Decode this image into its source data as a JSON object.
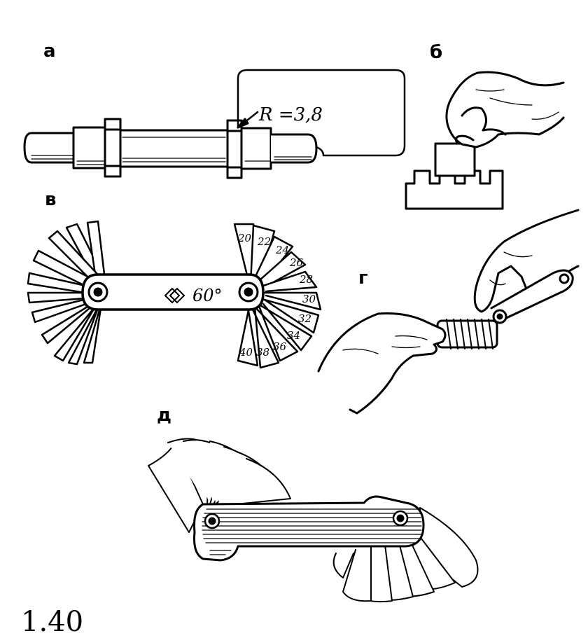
{
  "labels": {
    "a": "а",
    "b": "б",
    "v": "в",
    "g": "г",
    "d": "д"
  },
  "radius_label": "R =3,8",
  "gauge_marking": "60°",
  "blade_numbers_right": [
    "20",
    "22",
    "24",
    "26",
    "28",
    "30",
    "32",
    "34",
    "36",
    "38",
    "40"
  ],
  "figure_number": "1.40",
  "colors": {
    "ink": "#000000",
    "paper": "#ffffff"
  }
}
